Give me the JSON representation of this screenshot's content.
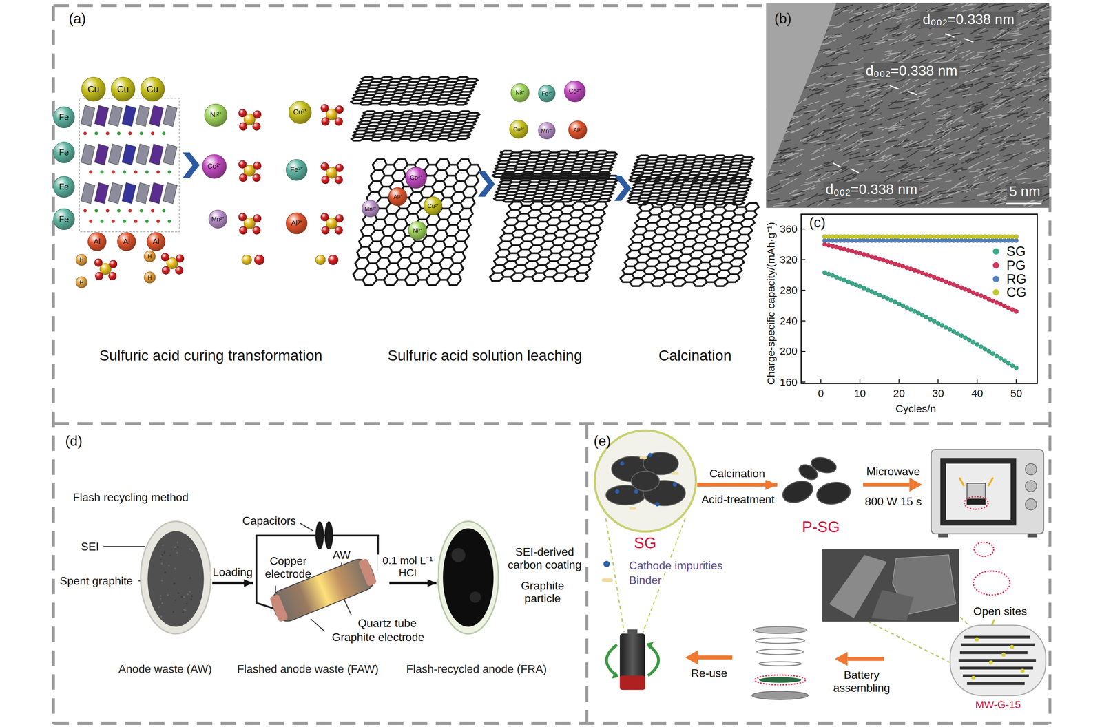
{
  "diagram": {
    "nodes": [
      {
        "text": [
          "Anode waste (AW)"
        ]
      },
      {
        "text": [
          "Flashed anode waste (FAW)"
        ]
      },
      {
        "text": [
          "Flash-recycled anode (FRA)"
        ]
      },
      {
        "text": [
          "SG"
        ]
      },
      {
        "text": [
          "P-SG"
        ]
      },
      {
        "text": [
          "MW-G-15"
        ]
      }
    ],
    "edges": [
      {
        "from": 0,
        "to": 1,
        "arrow": "to",
        "label": "Loading"
      },
      {
        "from": 1,
        "to": 2,
        "arrow": "to",
        "label": "0.1 mol L⁻¹ HCl"
      },
      {
        "from": 3,
        "to": 4,
        "arrow": "to",
        "label": "Calcination"
      }
    ],
    "labels": [
      "(a)",
      "Cu",
      "Cu",
      "Cu",
      "Fe",
      "Fe",
      "Fe",
      "Fe",
      "Al",
      "Al",
      "Al",
      "H",
      "H",
      "H",
      "H",
      "Ni²⁺",
      "Co²⁺",
      "Mn²⁺",
      "Cu²⁺",
      "Fe³⁺",
      "Al³⁺",
      "Mn²⁺",
      "Al³⁺",
      "Co²⁺",
      "Cu²⁺",
      "Ni²⁺",
      "Ni²⁺",
      "Fe³⁺",
      "Co²⁺",
      "Cu²⁺",
      "Mn²⁺",
      "Al³⁺",
      "Sulfuric acid curing transformation",
      "Sulfuric acid solution leaching",
      "Calcination",
      "(b)",
      "d₀₀₂=0.338 nm",
      "d₀₀₂=0.338 nm",
      "d₀₀₂=0.338 nm",
      "5 nm",
      "(c)",
      "360",
      "320",
      "280",
      "240",
      "200",
      "160",
      "0",
      "10",
      "20",
      "30",
      "40",
      "50",
      "Charge-specific capacity/(mAh·g⁻¹)",
      "Cycles/n",
      "(d)",
      "Flash recycling method",
      "SEI",
      "Spent graphite",
      "Capacitors",
      "Copper electrode",
      "AW",
      "Quartz tube",
      "Graphite electrode",
      "SEI-derived carbon coating",
      "Graphite particle",
      "(e)",
      "Acid-treatment",
      "Microwave",
      "800 W 15 s",
      "Open sites",
      "Battery assembling",
      "Re-use"
    ],
    "legend": [
      {
        "text": "SG",
        "color": "#3aa98a"
      },
      {
        "text": "PG",
        "color": "#d2335a"
      },
      {
        "text": "RG",
        "color": "#4f7fc0"
      },
      {
        "text": "CG",
        "color": "#c4c830"
      },
      {
        "text": "Cathode impurities",
        "color": "#2b5fb0"
      },
      {
        "text": "Binder",
        "color": "#efdca0"
      }
    ]
  }
}
